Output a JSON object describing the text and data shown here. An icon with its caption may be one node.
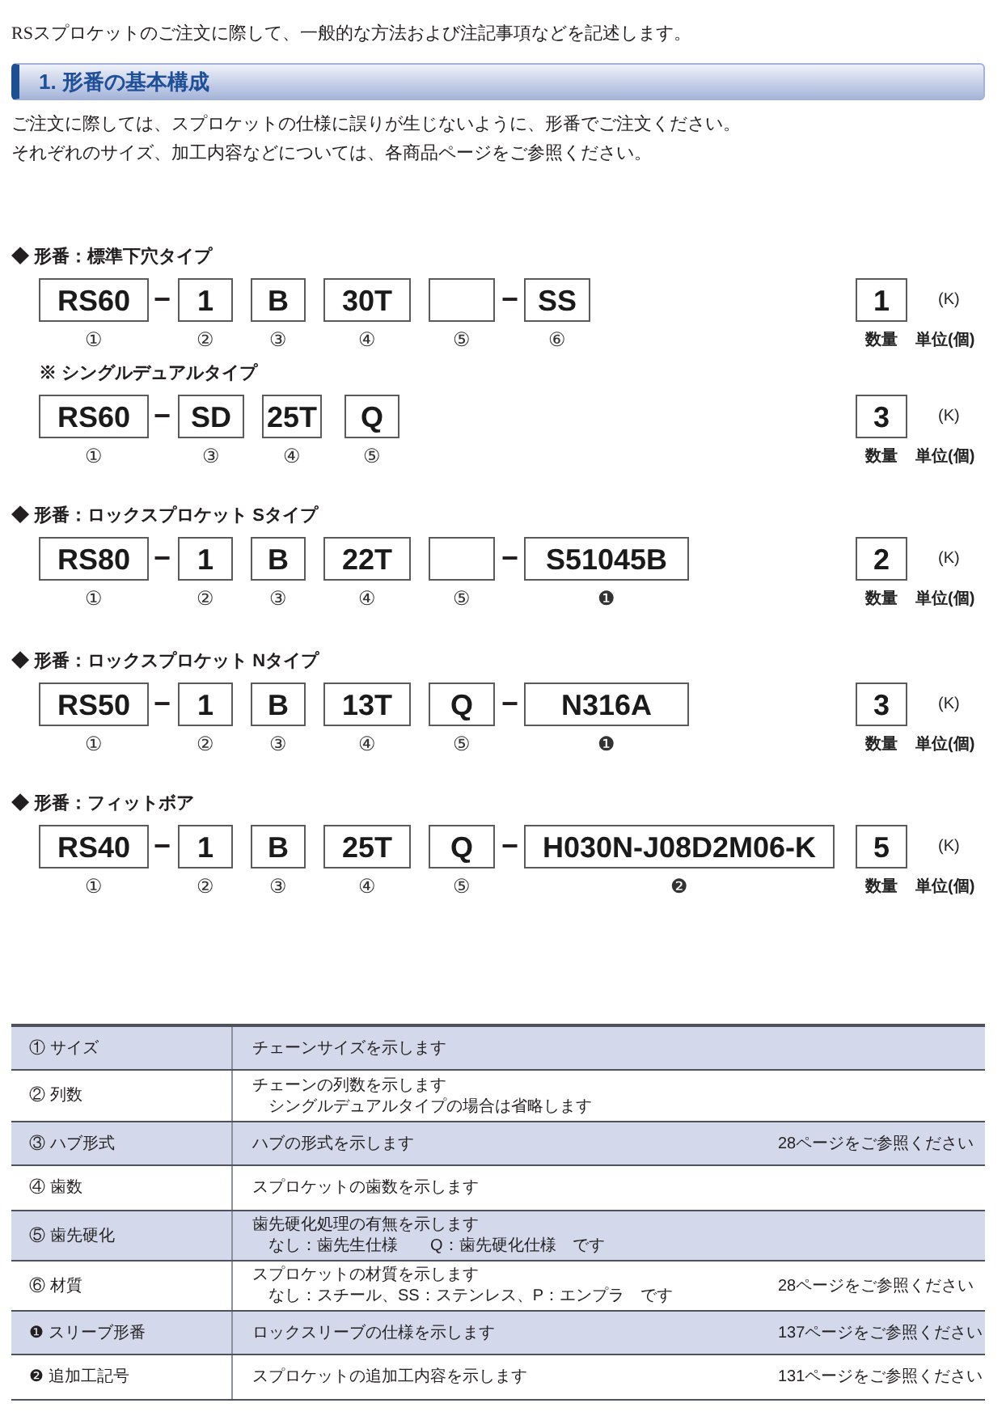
{
  "diagram": {
    "title": "1. 形番の基本構成",
    "nodes": [
      {
        "text": [
          "RS60"
        ],
        "beside": [
          "①"
        ]
      },
      {
        "text": [
          "1"
        ],
        "beside": [
          "②"
        ]
      },
      {
        "text": [
          "B"
        ],
        "beside": [
          "③"
        ]
      },
      {
        "text": [
          "30T"
        ],
        "beside": [
          "④"
        ]
      },
      {
        "text": [],
        "shape": "box",
        "beside": [
          "⑤"
        ]
      },
      {
        "text": [
          "SS"
        ],
        "beside": [
          "⑥"
        ]
      },
      {
        "text": [
          "1"
        ],
        "beside": [
          "(K)",
          "数量",
          "単位(個)"
        ]
      },
      {
        "text": [
          "RS60"
        ],
        "beside": [
          "①"
        ]
      },
      {
        "text": [
          "SD"
        ],
        "beside": [
          "③"
        ]
      },
      {
        "text": [
          "25T"
        ],
        "beside": [
          "④"
        ]
      },
      {
        "text": [
          "Q"
        ],
        "beside": [
          "⑤"
        ]
      },
      {
        "text": [
          "3"
        ],
        "beside": [
          "(K)",
          "数量",
          "単位(個)"
        ]
      },
      {
        "text": [
          "RS80"
        ],
        "beside": [
          "①"
        ]
      },
      {
        "text": [
          "1"
        ],
        "beside": [
          "②"
        ]
      },
      {
        "text": [
          "B"
        ],
        "beside": [
          "③"
        ]
      },
      {
        "text": [
          "22T"
        ],
        "beside": [
          "④"
        ]
      },
      {
        "text": [],
        "shape": "box",
        "beside": [
          "⑤"
        ]
      },
      {
        "text": [
          "S51045B"
        ],
        "beside": [
          "❶"
        ]
      },
      {
        "text": [
          "2"
        ],
        "beside": [
          "(K)",
          "数量",
          "単位(個)"
        ]
      },
      {
        "text": [
          "RS50"
        ],
        "beside": [
          "①"
        ]
      },
      {
        "text": [
          "1"
        ],
        "beside": [
          "②"
        ]
      },
      {
        "text": [
          "B"
        ],
        "beside": [
          "③"
        ]
      },
      {
        "text": [
          "13T"
        ],
        "beside": [
          "④"
        ]
      },
      {
        "text": [
          "Q"
        ],
        "beside": [
          "⑤"
        ]
      },
      {
        "text": [
          "N316A"
        ],
        "beside": [
          "❶"
        ]
      },
      {
        "text": [
          "3"
        ],
        "beside": [
          "(K)",
          "数量",
          "単位(個)"
        ]
      },
      {
        "text": [
          "RS40"
        ],
        "beside": [
          "①"
        ]
      },
      {
        "text": [
          "1"
        ],
        "beside": [
          "②"
        ]
      },
      {
        "text": [
          "B"
        ],
        "beside": [
          "③"
        ]
      },
      {
        "text": [
          "25T"
        ],
        "beside": [
          "④"
        ]
      },
      {
        "text": [
          "Q"
        ],
        "beside": [
          "⑤"
        ]
      },
      {
        "text": [
          "H030N-J08D2M06-K"
        ],
        "beside": [
          "❷"
        ]
      },
      {
        "text": [
          "5"
        ],
        "beside": [
          "(K)",
          "数量",
          "単位(個)"
        ]
      }
    ],
    "labels": [
      "RSスプロケットのご注文に際して、一般的な方法および注記事項などを記述します。",
      "ご注文に際しては、スプロケットの仕様に誤りが生じないように、形番でご注文ください。",
      "それぞれのサイズ、加工内容などについては、各商品ページをご参照ください。",
      "◆ 形番：標準下穴タイプ",
      "−",
      "−",
      "※ シングルデュアルタイプ",
      "−",
      "◆ 形番：ロックスプロケット Sタイプ",
      "−",
      "−",
      "◆ 形番：ロックスプロケット Nタイプ",
      "−",
      "−",
      "◆ 形番：フィットボア",
      "−",
      "−",
      "① サイズ",
      "チェーンサイズを示します",
      "② 列数",
      "チェーンの列数を示します",
      "シングルデュアルタイプの場合は省略します",
      "③ ハブ形式",
      "ハブの形式を示します",
      "28ページをご参照ください",
      "④ 歯数",
      "スプロケットの歯数を示します",
      "⑤ 歯先硬化",
      "歯先硬化処理の有無を示します",
      "なし：歯先生仕様　　Q：歯先硬化仕様　です",
      "⑥ 材質",
      "スプロケットの材質を示します",
      "なし：スチール、SS：ステンレス、P：エンプラ　です",
      "28ページをご参照ください",
      "❶ スリーブ形番",
      "ロックスリーブの仕様を示します",
      "137ページをご参照ください",
      "❷ 追加工記号",
      "スプロケットの追加工内容を示します",
      "131ページをご参照ください"
    ]
  }
}
